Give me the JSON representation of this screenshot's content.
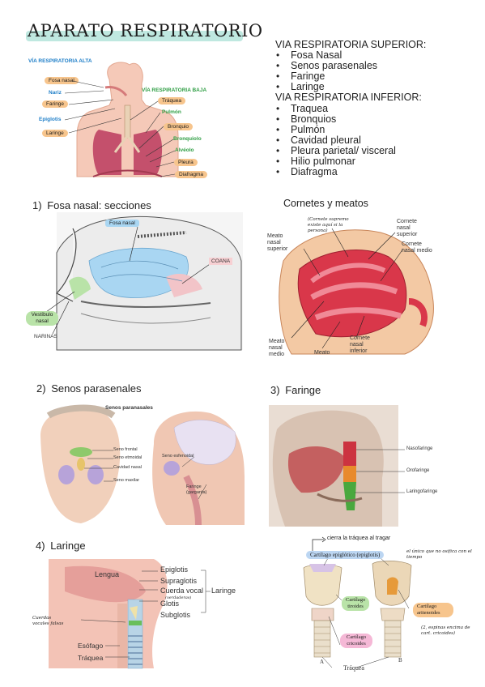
{
  "title": "APARATO RESPIRATORIO",
  "top_diagram": {
    "upper_header": "VÍA RESPIRATORIA ALTA",
    "lower_header": "VÍA RESPIRATORIA BAJA",
    "left_labels": [
      "Fosa nasal",
      "Nariz",
      "Faringe",
      "Epiglotis",
      "Laringe"
    ],
    "right_labels": [
      "Tráquea",
      "Pulmón",
      "Bronquio",
      "Bronquiolo",
      "Alvéolo",
      "Pleura",
      "Diafragma"
    ]
  },
  "superior": {
    "header": "VIA RESPIRATORIA SUPERIOR:",
    "items": [
      "Fosa Nasal",
      "Senos parasenales",
      "Faringe",
      "Laringe"
    ]
  },
  "inferior": {
    "header": "VIA RESPIRATORIA INFERIOR:",
    "items": [
      "Traquea",
      "Bronquios",
      "Pulmón",
      "Cavidad pleural",
      "Pleura parietal/ visceral",
      "Hilio pulmonar",
      "Diafragma"
    ]
  },
  "sec1": {
    "num": "1)",
    "title": "Fosa nasal: secciones",
    "labels": {
      "fosa": "Fosa nasal",
      "coana": "COANA",
      "vestibulo": "Vestíbulo nasal",
      "narinas": "NARINAS"
    }
  },
  "cornetes": {
    "title": "Cornetes y meatos",
    "note": "(Cornete supremo existe aquí si la persona)",
    "labels": {
      "meato_sup": "Meato nasal superior",
      "cornete_sup": "Cornete nasal superior",
      "cornete_med": "Cornete nasal medio",
      "meato_med": "Meato nasal medio",
      "meato": "Meato",
      "cornete_inf": "Cornete nasal inferior"
    }
  },
  "sec2": {
    "num": "2)",
    "title": "Senos parasenales",
    "caption": "Senos paranasales",
    "labels": [
      "Seno frontal",
      "Seno etmoidal",
      "Cavidad nasal",
      "Seno maxilar"
    ],
    "right_labels": {
      "esfenoidal": "Seno esfenoidal",
      "faringe": "Faringe (garganta)"
    }
  },
  "sec3": {
    "num": "3)",
    "title": "Faringe",
    "labels": [
      "Nasofaringe",
      "Orofaringe",
      "Laringofaringe"
    ]
  },
  "sec4": {
    "num": "4)",
    "title": "Laringe",
    "labels": {
      "lengua": "Lengua",
      "epiglotis": "Epiglotis",
      "supraglotis": "Supraglotis",
      "cuerda": "Cuerda vocal",
      "cuerda_sub": "(verdaderas)",
      "glotis": "Glotis",
      "subglotis": "Subglotis",
      "laringe": "Laringe",
      "esofago": "Esófago",
      "traquea": "Tráquea",
      "falsas": "Cuerdas vocales falsas"
    }
  },
  "cartilagos": {
    "arrow_note": "cierra la tráquea al tragar",
    "epiglotico": "Cartílago epiglótico (epiglotis)",
    "epi_note": "el único que no osifica con el tiempo",
    "tiroides": "Cartílago tiroides",
    "aritenoides": "Cartílago aritenoides",
    "aritenoides_note": "(2, espinas encima de cart. cricoides)",
    "cricoides": "Cartílago cricoides",
    "a": "A",
    "b": "B",
    "traquea": "Tráquea"
  },
  "colors": {
    "accent_teal": "#bfe8e0",
    "label_orange": "#f7c58d",
    "label_blue": "#1f7fc8",
    "label_green": "#2f9e44",
    "flesh": "#f2b8a8",
    "lung": "#d0607a"
  }
}
